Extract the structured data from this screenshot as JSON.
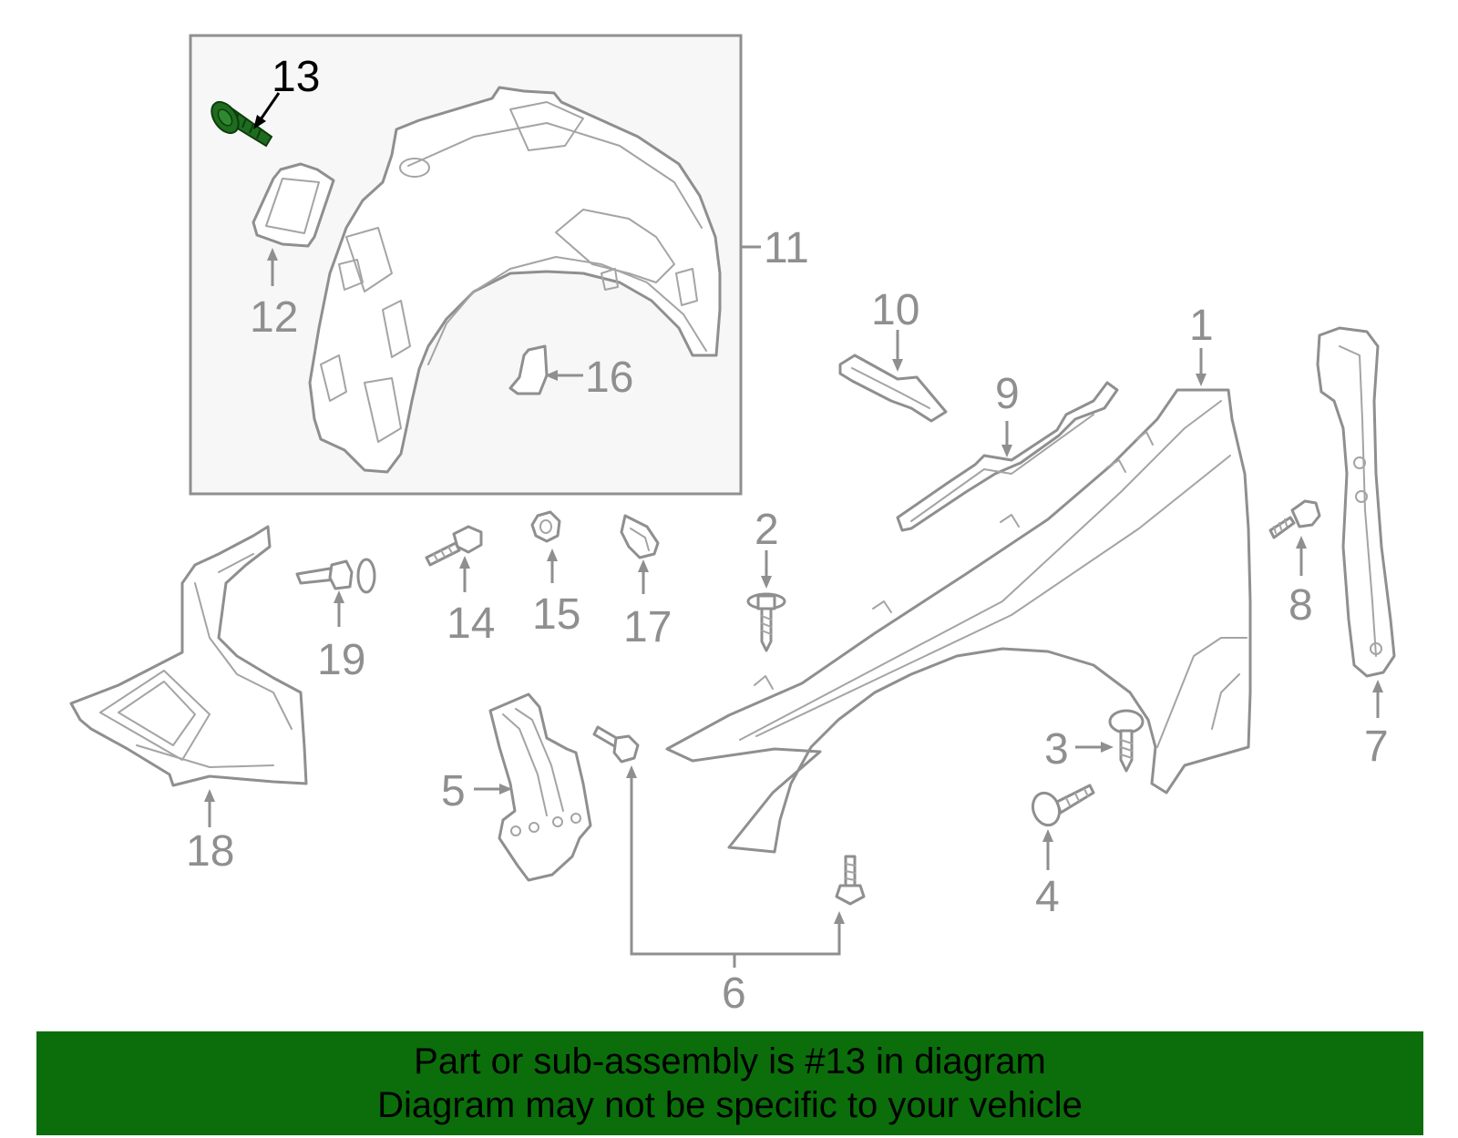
{
  "callouts": {
    "c1": "1",
    "c2": "2",
    "c3": "3",
    "c4": "4",
    "c5": "5",
    "c6": "6",
    "c7": "7",
    "c8": "8",
    "c9": "9",
    "c10": "10",
    "c11": "11",
    "c12": "12",
    "c13": "13",
    "c14": "14",
    "c15": "15",
    "c16": "16",
    "c17": "17",
    "c18": "18",
    "c19": "19"
  },
  "highlighted_part": "13",
  "colors": {
    "line": "#8f8f8f",
    "highlight_part": "#1f6b1f",
    "banner_background": "#0b6e0b",
    "banner_text": "#000000"
  },
  "banner": {
    "line1": "Part or sub-assembly is #13 in diagram",
    "line2": "Diagram may not be specific to your vehicle"
  }
}
